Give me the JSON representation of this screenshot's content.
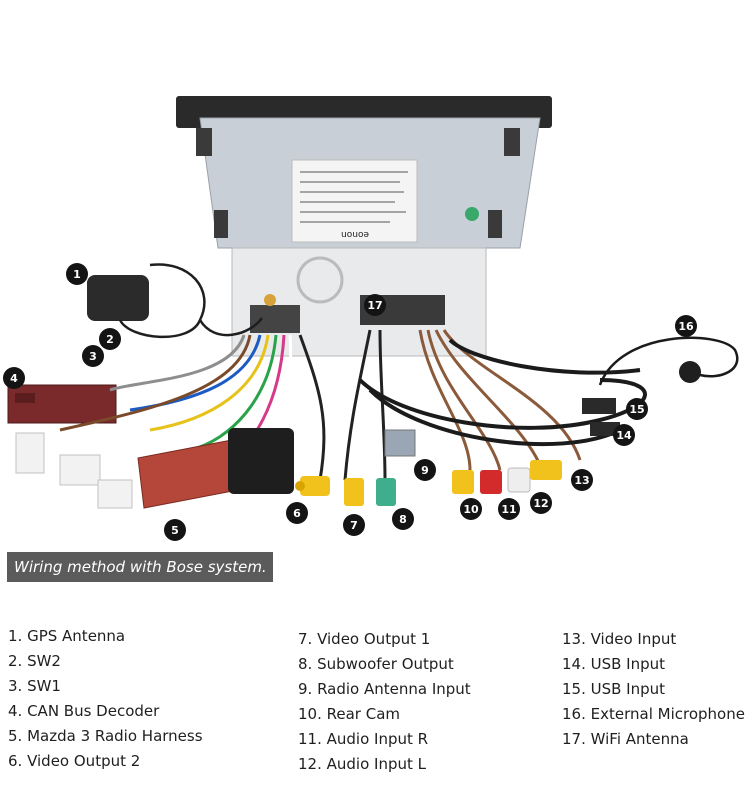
{
  "caption": "Wiring method with Bose system.",
  "device_label": "eonon",
  "callouts": [
    "1",
    "2",
    "3",
    "4",
    "5",
    "6",
    "7",
    "8",
    "9",
    "10",
    "11",
    "12",
    "13",
    "14",
    "15",
    "16",
    "17"
  ],
  "legend": {
    "col1": [
      "1. GPS Antenna",
      "2. SW2",
      "3. SW1",
      "4. CAN Bus Decoder",
      "5. Mazda 3 Radio Harness",
      "6. Video Output 2"
    ],
    "col2": [
      "7. Video Output 1",
      "8. Subwoofer Output",
      "9. Radio Antenna Input",
      "10. Rear Cam",
      "11. Audio Input R",
      "12. Audio Input L"
    ],
    "col3": [
      "13. Video Input",
      "14. USB Input",
      "15. USB Input",
      "16. External Microphone",
      "17. WiFi Antenna"
    ]
  },
  "colors": {
    "caption_bg": "#5b5b5b",
    "callout_bg": "#141414",
    "rca_yellow": "#f2c21c",
    "rca_red": "#d32b2b",
    "rca_white": "#eeeeee",
    "rca_green": "#3fae8c",
    "harness_red": "#b5473a"
  }
}
